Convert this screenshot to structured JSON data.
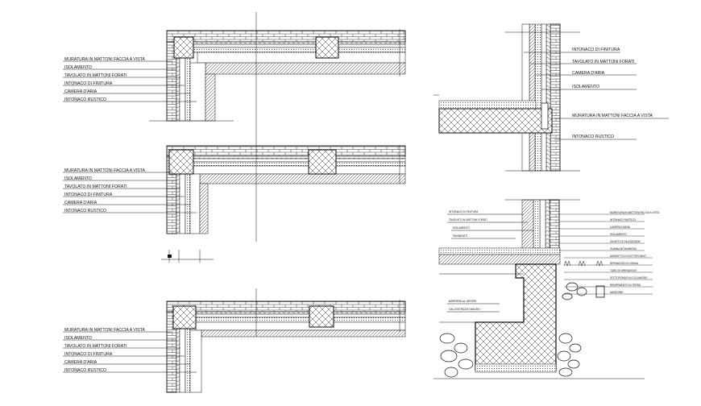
{
  "plan_details": [
    {
      "labels": [
        "MURATURA IN MATTONI FACCIA A VISTA",
        "ISOLAMENTO",
        "TAVOLATO IN MATTONI FORATI",
        "INTONACO DI FINITURA",
        "CAMERA D'ARIA",
        "INTONACO RUSTICO"
      ]
    },
    {
      "labels": [
        "MURATURA IN MATTONI FACCIA A VISTA",
        "ISOLAMENTO",
        "TAVOLATO IN MATTONI FORATI",
        "INTONACO DI FINITURA",
        "CAMERA D'ARIA",
        "INTONACO RUSTICO"
      ]
    },
    {
      "labels": [
        "MURATURA IN MATTONI FACCIA A VISTA",
        "ISOLAMENTO",
        "TAVOLATO IN MATTONI FORATI",
        "INTONACO DI FINITURA",
        "CAMERA D'ARIA",
        "INTONACO RUSTICO"
      ]
    }
  ],
  "section_top": {
    "labels": [
      "INTONACO DI FINITURA",
      "TAVOLATO IN MATTONI FORATI",
      "CAMERA D'ARIA",
      "ISOLAMENTO",
      "MURATURA IN MATTONI FACCIA A VISTA",
      "INTONACO RUSTICO"
    ]
  },
  "section_bottom": {
    "left_labels": [
      "INTONACO DI FINITURA",
      "TAVOLATO IN MATTONI FORATI",
      "ISOLAMENTO",
      "PAVIMENTO",
      "BARRIERA AL VAPORE",
      "CALCESTRUZZO MAGRO"
    ],
    "right_labels": [
      "MURATURA IN MATTONI FACCIA A VISTA",
      "INTONACO RUSTICO",
      "CAMERA D'ARIA",
      "ISOLAMENTO",
      "GIUNTO DI DILATAZIONE",
      "GUAINA BITUMINOSA",
      "MASSETTO DI SOTTOFONDO",
      "DRENAGGIO IN GHIAIA",
      "TUBO DI DRENAGGIO",
      "SOTTOFONDO IN CLS MAGRO",
      "RIEMPIMENTO IN TERRA",
      "MAGRONE"
    ]
  },
  "colors": {
    "line": "#111111",
    "background": "#ffffff"
  }
}
